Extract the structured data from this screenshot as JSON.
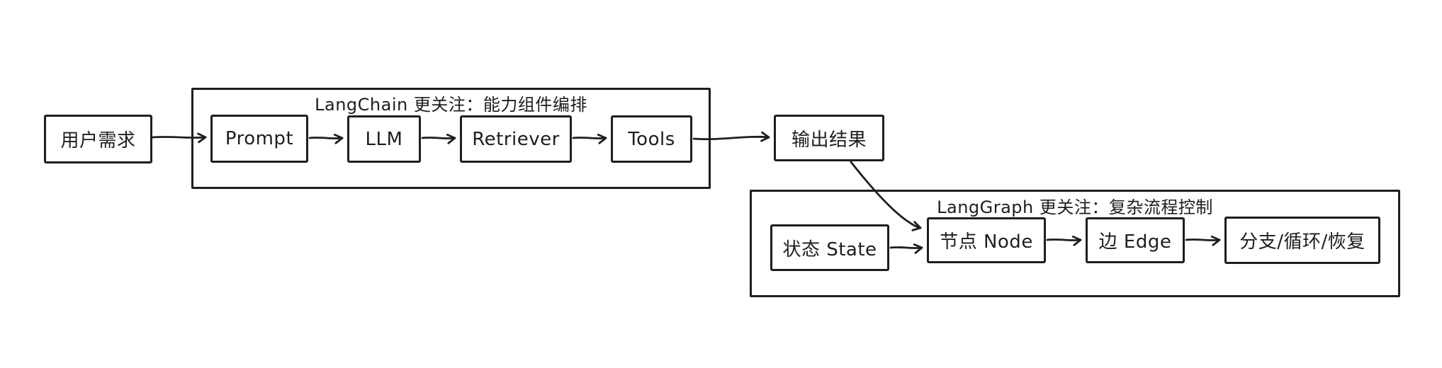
{
  "diagram": {
    "background_color": "#ffffff",
    "stroke_color": "#1e1e1e",
    "nodes": {
      "user_request": {
        "label": "用户需求"
      },
      "prompt": {
        "label": "Prompt"
      },
      "llm": {
        "label": "LLM"
      },
      "retriever": {
        "label": "Retriever"
      },
      "tools": {
        "label": "Tools"
      },
      "output_result": {
        "label": "输出结果"
      },
      "state": {
        "label": "状态 State"
      },
      "node": {
        "label": "节点 Node"
      },
      "edge": {
        "label": "边 Edge"
      },
      "branch_loop_resume": {
        "label": "分支/循环/恢复"
      }
    },
    "groups": {
      "langchain": {
        "title": "LangChain 更关注：能力组件编排"
      },
      "langgraph": {
        "title": "LangGraph 更关注：复杂流程控制"
      }
    },
    "edges": [
      {
        "from": "用户需求",
        "to": "Prompt"
      },
      {
        "from": "Prompt",
        "to": "LLM"
      },
      {
        "from": "LLM",
        "to": "Retriever"
      },
      {
        "from": "Retriever",
        "to": "Tools"
      },
      {
        "from": "Tools",
        "to": "输出结果"
      },
      {
        "from": "输出结果",
        "to": "节点 Node"
      },
      {
        "from": "状态 State",
        "to": "节点 Node"
      },
      {
        "from": "节点 Node",
        "to": "边 Edge"
      },
      {
        "from": "边 Edge",
        "to": "分支/循环/恢复"
      }
    ]
  }
}
